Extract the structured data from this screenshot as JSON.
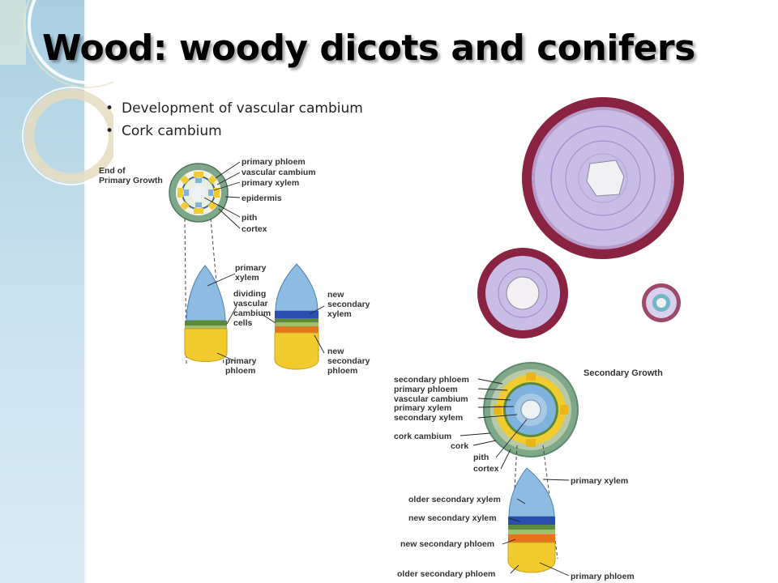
{
  "slide": {
    "title": "Wood: woody dicots and conifers",
    "bullets": [
      "Development of vascular cambium",
      "Cork cambium"
    ]
  },
  "primary_diagram": {
    "heading": [
      "End of",
      "Primary Growth"
    ],
    "ring_labels": [
      "primary phloem",
      "vascular cambium",
      "primary xylem",
      "epidermis",
      "pith",
      "cortex"
    ],
    "bundle_labels": {
      "primary_xylem": [
        "primary",
        "xylem"
      ],
      "dividing_cells": [
        "dividing",
        "vascular",
        "cambium",
        "cells"
      ],
      "primary_phloem": [
        "primary",
        "phloem"
      ],
      "new_secondary_xylem": [
        "new",
        "secondary",
        "xylem"
      ],
      "new_secondary_phloem": [
        "new",
        "secondary",
        "phloem"
      ]
    }
  },
  "secondary_diagram": {
    "heading": "Secondary Growth",
    "left_labels": [
      "secondary phloem",
      "primary phloem",
      "vascular cambium",
      "primary xylem",
      "secondary xylem",
      "cork cambium",
      "cork",
      "pith",
      "cortex"
    ],
    "bundle_left_labels": [
      "older secondary xylem",
      "new secondary xylem",
      "new secondary phloem",
      "older secondary phloem"
    ],
    "bundle_right_labels": [
      "primary xylem",
      "primary phloem"
    ]
  },
  "colors": {
    "band": "#a9cfe1",
    "xylem": "#7fb2de",
    "phloem": "#f2cc2e",
    "cambium": "#5b8a3c",
    "secondary_xylem": "#2a4fb0",
    "secondary_phloem": "#e8731e",
    "micrograph_rim": "#8a2342",
    "micrograph_wood": "#c9bde8"
  }
}
